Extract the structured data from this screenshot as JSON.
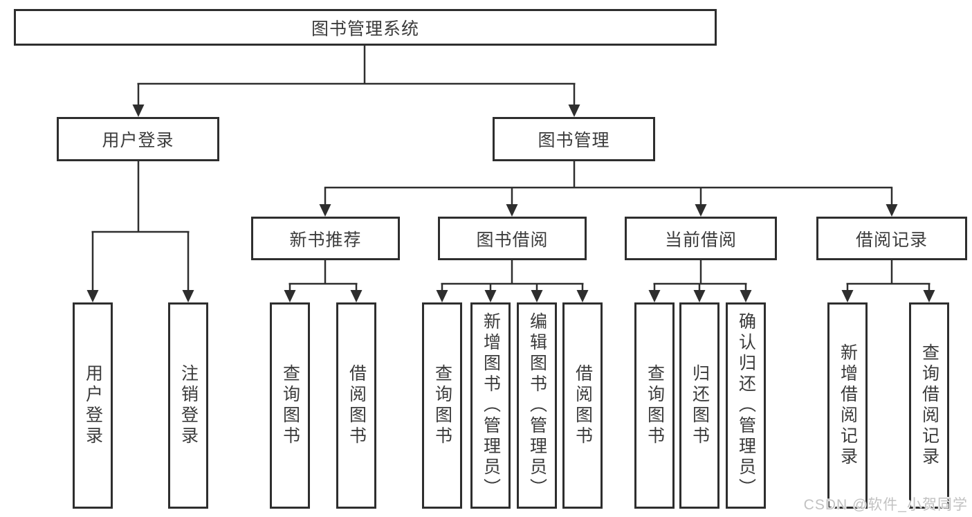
{
  "tree": {
    "label": "图书管理系统",
    "children": [
      {
        "label": "用户登录",
        "children": [
          {
            "label": "用户登录"
          },
          {
            "label": "注销登录"
          }
        ]
      },
      {
        "label": "图书管理",
        "children": [
          {
            "label": "新书推荐",
            "children": [
              {
                "label": "查询图书"
              },
              {
                "label": "借阅图书"
              }
            ]
          },
          {
            "label": "图书借阅",
            "children": [
              {
                "label": "查询图书"
              },
              {
                "label": "新增图书（管理员）"
              },
              {
                "label": "编辑图书（管理员）"
              },
              {
                "label": "借阅图书"
              }
            ]
          },
          {
            "label": "当前借阅",
            "children": [
              {
                "label": "查询图书"
              },
              {
                "label": "归还图书"
              },
              {
                "label": "确认归还（管理员）"
              }
            ]
          },
          {
            "label": "借阅记录",
            "children": [
              {
                "label": "新增借阅记录"
              },
              {
                "label": "查询借阅记录"
              }
            ]
          }
        ]
      }
    ]
  },
  "watermark": {
    "text": "CSDN @软件_小贺同学"
  },
  "colors": {
    "line": "#2e2e2e",
    "text": "#3b3b3b",
    "watermark": "#c2c2c2"
  }
}
